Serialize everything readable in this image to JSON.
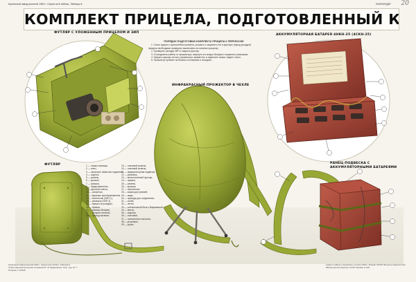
{
  "header": {
    "top_left": "Кузнечный завод военной 1964 г. Серия на 8 таблиц. Таблица 6.",
    "top_right": "ВОЕНИЗДАТ",
    "sheet_number": "20",
    "title": "КОМПЛЕКТ ПРИЦЕЛА, ПОДГОТОВЛЕННЫЙ К ПЕРЕНОСКЕ"
  },
  "labels": {
    "case_with_sight": "ФУТЛЯР С УЛОЖЕННЫМ ПРИЦЕЛОМ И ЗИП",
    "ir_projector": "ИНФРАКРАСНЫЙ ПРОЖЕКТОР В ЧЕХЛЕ",
    "battery": "АККУМУЛЯТОРНАЯ БАТАРЕЯ 4НКН-25 (4СКН-25)",
    "case": "ФУТЛЯР",
    "backpack": "РАНЕЦ-ПОДВЕСКА С АККУМУЛЯТОРНЫМИ БАТАРЕЯМИ"
  },
  "instructions": {
    "title": "ПОРЯДОК ПОДГОТОВКИ КОМПЛЕКТА ПРИЦЕЛА К ПЕРЕНОСКЕ",
    "steps": [
      "1. Снять прицел с кронштейна пулемета, уложить и закрепить его в футляре (перед укладкой прицела необходимо проверить выключены ли питание прицела).",
      "2. Проверить укладку ЗИП и закрыть футляр.",
      "3. Отсоединить кабель от прожектора, свернуть его вокруг батареи и закрепить ремешком.",
      "4. Закрыть крышку чехла у прожектора, вывинтить и закрепить ножки, надеть чехол.",
      "5. Прожектор пулемет на боевого положения в походное."
    ]
  },
  "legend_left": [
    "1 — ножки-ножницы,",
    "2 — ключ,",
    "3 — запасные лампочки подсветки,",
    "4 — ящичек,",
    "5 — ремень,",
    "6 — крышка,",
    "7 — флажок,",
    "8 — предохранитель,",
    "9 — рукоятка ключа,",
    "10 — салфетка,",
    "11 — барашек преобразователя,",
    "12 — баллончик (ЗИП-1),",
    "13 — ремешок (ЗИП-2),",
    "14 — прицел (в укладке),",
    "15 — пряжка,",
    "16 — зажимы батареи,",
    "17 — батарея питания,",
    "18 — провод питания."
  ],
  "legend_right": [
    "19 — плечевой ремень,",
    "20 — плечевой ремень,",
    "21 — аккумуляторная подвеска,",
    "22 — ремешок,",
    "23 — металлический футляр,",
    "24 — пряжка,",
    "25 — ремень,",
    "26 — крышка,",
    "27 — наконечник,",
    "28 — зажим для ремней,",
    "29 — ящик,",
    "30 — провода для соединения,",
    "31 — скоба,",
    "32 — петли,",
    "33 — штепсельный блок к Варшавской,",
    "34 — винты,",
    "35 — шарнир,",
    "36 — поплавок,",
    "37 — поперечная пластина,",
    "38 — упоровые,",
    "39 — ручка."
  ],
  "footer": {
    "left": "Кузнечный завод военной 1964 г. Серия на 8 таблиц. Таблица 6. Ответственный за выпуск полковник Ю. Ф. Ведерников. Техн. ред. М. Г. Поляков. Г-12345.",
    "right": "Сдано в набор и подписано к печати 1964 г. Формат 60×90. Военное издательство Министерства обороны СССР. Москва, К-160."
  },
  "colors": {
    "background": "#f6f4ec",
    "olive": "#a3b23e",
    "olive_dark": "#6f7d22",
    "red_brown": "#a9473a",
    "cream": "#f0e6c8"
  }
}
